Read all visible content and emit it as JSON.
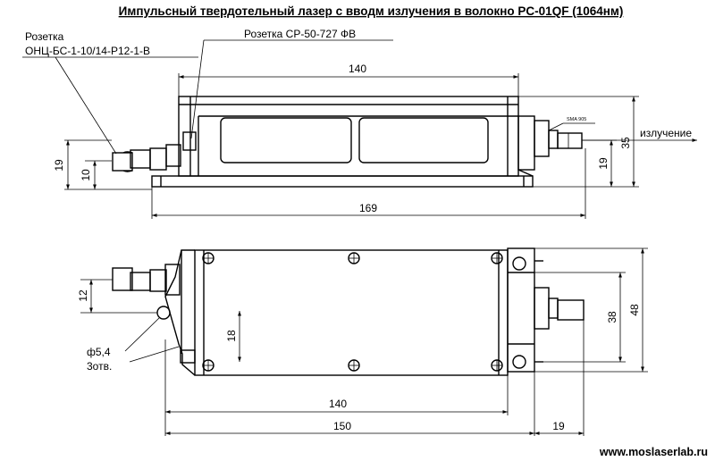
{
  "title": "Импульсный твердотельный лазер с вводм излучения в волокно PC-01QF (1064нм)",
  "labels": {
    "connector_left_1": "Розетка",
    "connector_left_2": "ОНЦ-БС-1-10/14-Р12-1-В",
    "connector_right": "Розетка СР-50-727 ФВ",
    "output": "излучение",
    "sma": "SMA 905",
    "hole_1": "ф5,4",
    "hole_2": "3отв."
  },
  "dims": {
    "d140_top": "140",
    "d169": "169",
    "d19_left": "19",
    "d10": "10",
    "d19_right": "19",
    "d35": "35",
    "d12": "12",
    "d18": "18",
    "d38": "38",
    "d48": "48",
    "d140_bottom": "140",
    "d150": "150",
    "d19_bottom": "19"
  },
  "website": "www.moslaserlab.ru"
}
